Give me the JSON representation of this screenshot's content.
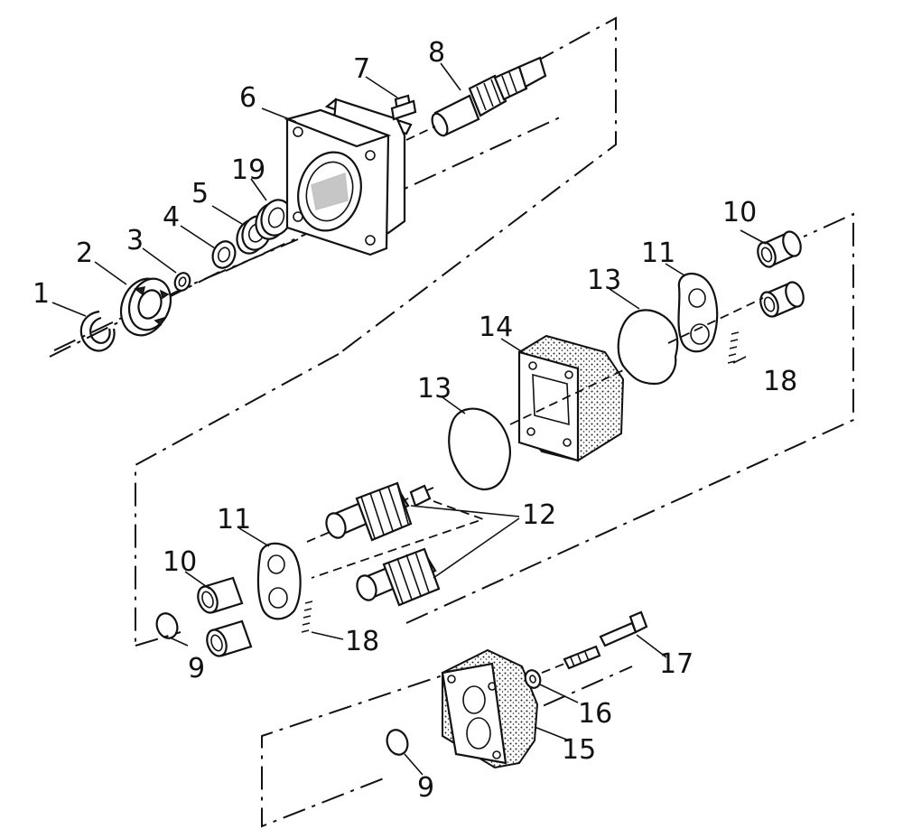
{
  "labels": {
    "l1": "1",
    "l2": "2",
    "l3": "3",
    "l4": "4",
    "l5": "5",
    "l6": "6",
    "l7": "7",
    "l8": "8",
    "l19": "19",
    "l10a": "10",
    "l11a": "11",
    "l13a": "13",
    "l14": "14",
    "l18a": "18",
    "l13b": "13",
    "l12": "12",
    "l11b": "11",
    "l10b": "10",
    "l9a": "9",
    "l18b": "18",
    "l17": "17",
    "l16": "16",
    "l15": "15",
    "l9b": "9"
  }
}
